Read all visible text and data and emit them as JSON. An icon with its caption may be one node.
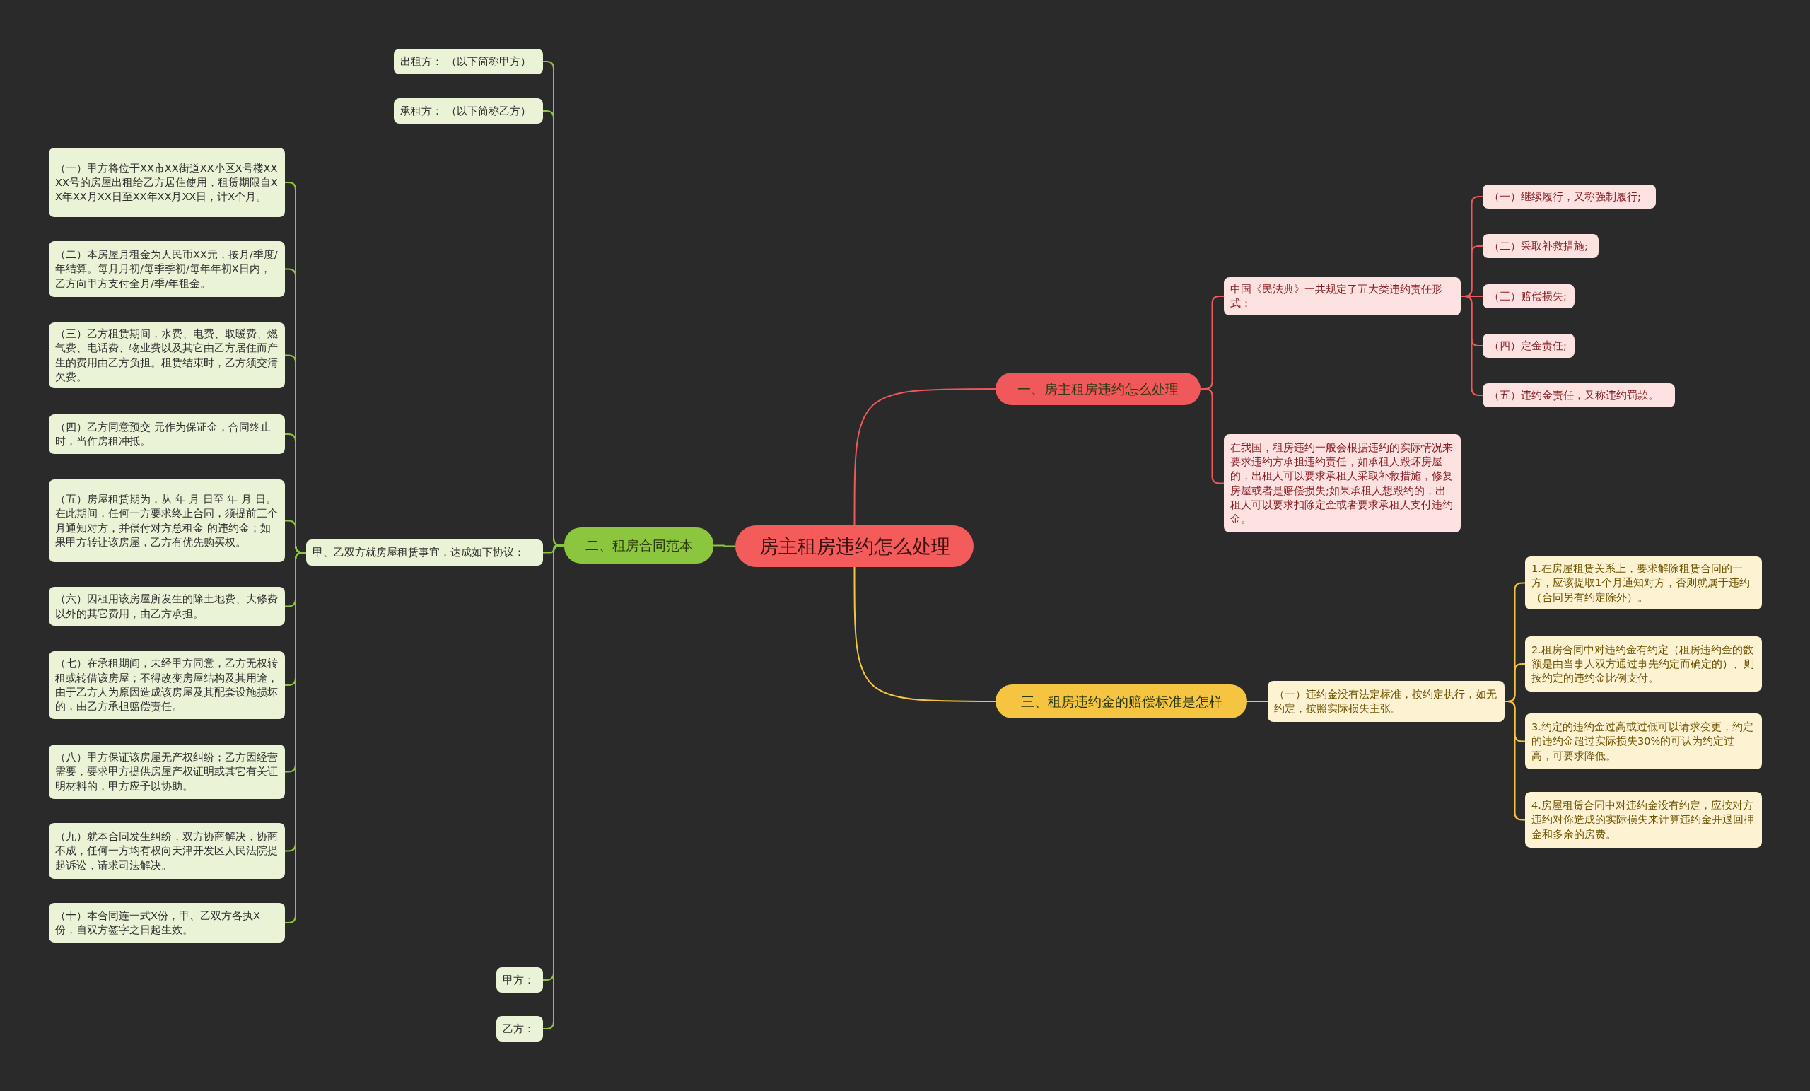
{
  "diagram": {
    "nodes": [
      {
        "text": [
          "房主租房违约怎么处理"
        ]
      },
      {
        "text": [
          "一、房主租房违约怎么处理"
        ]
      },
      {
        "text": [
          "中国《民法典》一共规定了五大类违约责任形式："
        ]
      },
      {
        "text": [
          "（一）继续履行，又称强制履行;"
        ]
      },
      {
        "text": [
          "（二）采取补救措施;"
        ]
      },
      {
        "text": [
          "（三）赔偿损失;"
        ]
      },
      {
        "text": [
          "（四）定金责任;"
        ]
      },
      {
        "text": [
          "（五）违约金责任，又称违约罚款。"
        ]
      },
      {
        "text": [
          "在我国，租房违约一般会根据违约的实际情况来要求违约方承担违约责任，如承租人毁坏房屋的，出租人可以要求承租人采取补救措施，修复房屋或者是赔偿损失;如果承租人想毁约的，出租人可以要求扣除定金或者要求承租人支付违约金。"
        ]
      },
      {
        "text": [
          "二、租房合同范本"
        ]
      },
      {
        "text": [
          "出租方：  （以下简称甲方）"
        ]
      },
      {
        "text": [
          "承租方：  （以下简称乙方）"
        ]
      },
      {
        "text": [
          "甲、乙双方就房屋租赁事宜，达成如下协议："
        ]
      },
      {
        "text": [
          "（一）甲方将位于XX市XX街道XX小区X号楼XXXX号的房屋出租给乙方居住使用，租赁期限自XX年XX月XX日至XX年XX月XX日，计X个月。"
        ]
      },
      {
        "text": [
          "（二）本房屋月租金为人民币XX元，按月/季度/年结算。每月月初/每季季初/每年年初X日内，乙方向甲方支付全月/季/年租金。"
        ]
      },
      {
        "text": [
          "（三）乙方租赁期间，水费、电费、取暖费、燃气费、电话费、物业费以及其它由乙方居住而产生的费用由乙方负担。租赁结束时，乙方须交清欠费。"
        ]
      },
      {
        "text": [
          "（四）乙方同意预交 元作为保证金，合同终止时，当作房租冲抵。"
        ]
      },
      {
        "text": [
          "（五）房屋租赁期为，从 年 月 日至 年 月 日。在此期间，任何一方要求终止合同，须提前三个月通知对方，并偿付对方总租金 的违约金；如果甲方转让该房屋，乙方有优先购买权。"
        ]
      },
      {
        "text": [
          "（六）因租用该房屋所发生的除土地费、大修费以外的其它费用，由乙方承担。"
        ]
      },
      {
        "text": [
          "（七）在承租期间，未经甲方同意，乙方无权转租或转借该房屋；不得改变房屋结构及其用途，由于乙方人为原因造成该房屋及其配套设施损坏的，由乙方承担赔偿责任。"
        ]
      },
      {
        "text": [
          "（八）甲方保证该房屋无产权纠纷；乙方因经营需要，要求甲方提供房屋产权证明或其它有关证明材料的，甲方应予以协助。"
        ]
      },
      {
        "text": [
          "（九）就本合同发生纠纷，双方协商解决，协商不成，任何一方均有权向天津开发区人民法院提起诉讼，请求司法解决。"
        ]
      },
      {
        "text": [
          "（十）本合同连一式X份，甲、乙双方各执X份，自双方签字之日起生效。"
        ]
      },
      {
        "text": [
          "甲方："
        ]
      },
      {
        "text": [
          "乙方："
        ]
      },
      {
        "text": [
          "三、租房违约金的赔偿标准是怎样"
        ]
      },
      {
        "text": [
          "（一）违约金没有法定标准，按约定执行，如无约定，按照实际损失主张。"
        ]
      },
      {
        "text": [
          "1.在房屋租赁关系上，要求解除租赁合同的一方，应该提取1个月通知对方，否则就属于违约（合同另有约定除外）。"
        ]
      },
      {
        "text": [
          "2.租房合同中对违约金有约定（租房违约金的数额是由当事人双方通过事先约定而确定的）、则按约定的违约金比例支付。"
        ]
      },
      {
        "text": [
          "3.约定的违约金过高或过低可以请求变更，约定的违约金超过实际损失30%的可认为约定过高，可要求降低。"
        ]
      },
      {
        "text": [
          "4.房屋租赁合同中对违约金没有约定，应按对方违约对你造成的实际损失来计算违约金并退回押金和多余的房费。"
        ]
      }
    ],
    "edges": [
      {
        "from": 0,
        "to": 1,
        "arrow": "none",
        "color": "#f0585c"
      },
      {
        "from": 1,
        "to": 2,
        "arrow": "none",
        "color": "#f0585c"
      },
      {
        "from": 2,
        "to": 3,
        "arrow": "none",
        "color": "#f0585c"
      },
      {
        "from": 2,
        "to": 4,
        "arrow": "none",
        "color": "#f0585c"
      },
      {
        "from": 2,
        "to": 5,
        "arrow": "none",
        "color": "#f0585c"
      },
      {
        "from": 2,
        "to": 6,
        "arrow": "none",
        "color": "#f0585c"
      },
      {
        "from": 2,
        "to": 7,
        "arrow": "none",
        "color": "#f0585c"
      },
      {
        "from": 1,
        "to": 8,
        "arrow": "none",
        "color": "#f0585c"
      },
      {
        "from": 0,
        "to": 9,
        "arrow": "none"
      },
      {
        "from": 9,
        "to": 10,
        "arrow": "none"
      },
      {
        "from": 9,
        "to": 11,
        "arrow": "none"
      },
      {
        "from": 9,
        "to": 12,
        "arrow": "none"
      },
      {
        "from": 12,
        "to": 13,
        "arrow": "none"
      },
      {
        "from": 12,
        "to": 14,
        "arrow": "none"
      },
      {
        "from": 12,
        "to": 15,
        "arrow": "none"
      },
      {
        "from": 12,
        "to": 16,
        "arrow": "none"
      },
      {
        "from": 12,
        "to": 17,
        "arrow": "none"
      },
      {
        "from": 12,
        "to": 18,
        "arrow": "none"
      },
      {
        "from": 12,
        "to": 19,
        "arrow": "none"
      },
      {
        "from": 12,
        "to": 20,
        "arrow": "none"
      },
      {
        "from": 12,
        "to": 21,
        "arrow": "none"
      },
      {
        "from": 12,
        "to": 22,
        "arrow": "none"
      },
      {
        "from": 9,
        "to": 23,
        "arrow": "none"
      },
      {
        "from": 9,
        "to": 24,
        "arrow": "none"
      },
      {
        "from": 0,
        "to": 25,
        "arrow": "none",
        "color": "#f5c542"
      },
      {
        "from": 25,
        "to": 26,
        "arrow": "none",
        "color": "#f5c542"
      },
      {
        "from": 26,
        "to": 27,
        "arrow": "none",
        "color": "#f5c542"
      },
      {
        "from": 26,
        "to": 28,
        "arrow": "none",
        "color": "#f5c542"
      },
      {
        "from": 26,
        "to": 29,
        "arrow": "none",
        "color": "#f5c542"
      },
      {
        "from": 26,
        "to": 30,
        "arrow": "none",
        "color": "#f5c542"
      }
    ]
  }
}
